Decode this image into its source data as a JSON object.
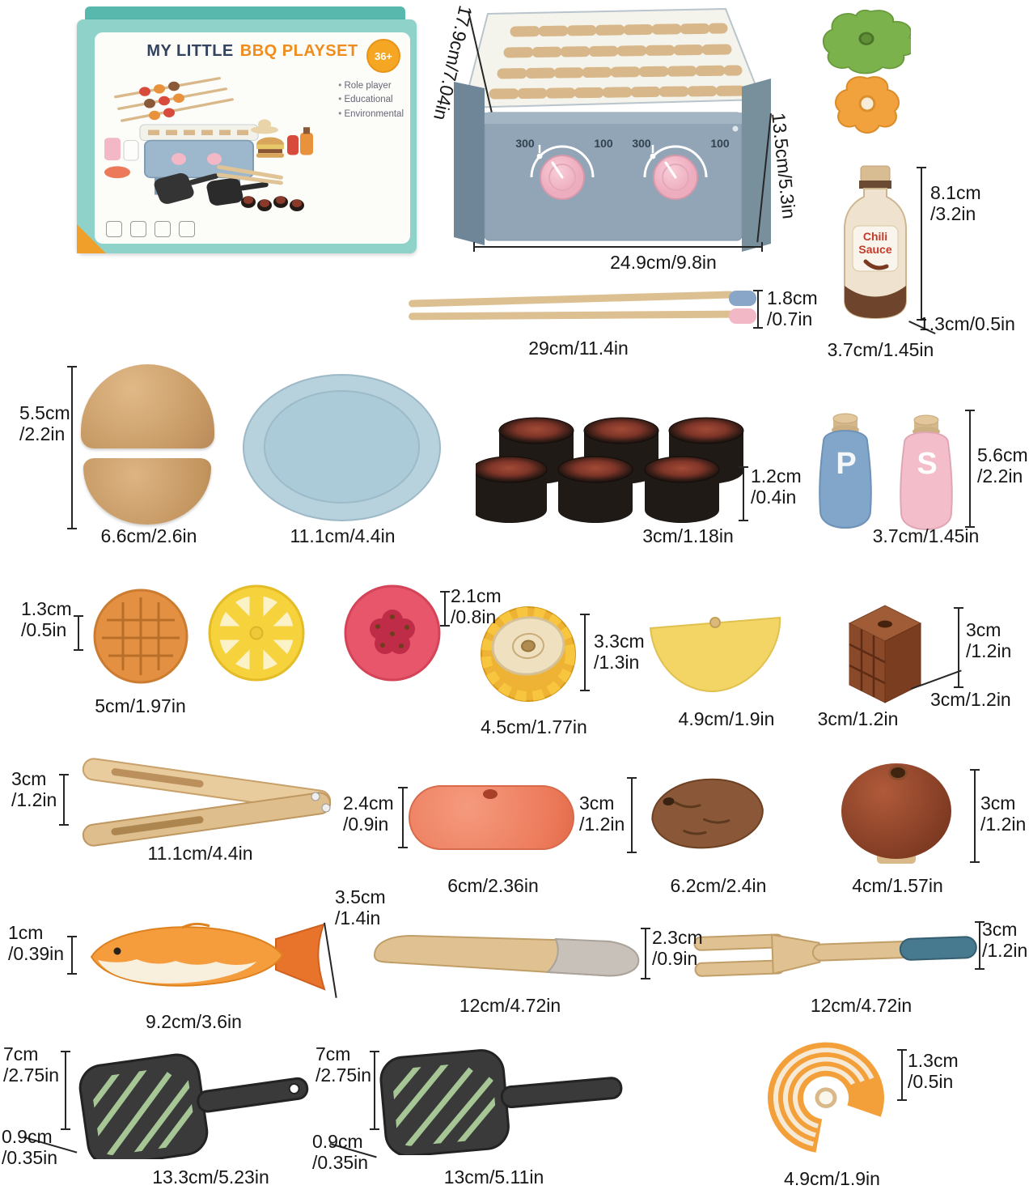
{
  "box": {
    "title_line1": "MY LITTLE",
    "title_line2": "BBQ PLAYSET",
    "age_badge": "36+",
    "bullets": [
      "Role player",
      "Educational",
      "Environmental"
    ]
  },
  "grill": {
    "dial1_left": "300",
    "dial1_right": "100",
    "dial2_left": "300",
    "dial2_right": "100"
  },
  "bottle": {
    "label": "Chili\nSauce"
  },
  "shakers": {
    "pepper": "P",
    "salt": "S"
  },
  "dims": {
    "grill_slant": "17.9cm/7.04in",
    "grill_side": "13.5cm/5.3in",
    "grill_width": "24.9cm/9.8in",
    "skewer_h": "1.8cm\n/0.7in",
    "skewer_w": "29cm/11.4in",
    "bottle_h": "8.1cm\n/3.2in",
    "bottle_base": "1.3cm/0.5in",
    "bottle_w": "3.7cm/1.45in",
    "bun_h": "5.5cm\n/2.2in",
    "bun_w": "6.6cm/2.6in",
    "plate_w": "11.1cm/4.4in",
    "patty_h": "1.2cm\n/0.4in",
    "patty_w": "3cm/1.18in",
    "shaker_h": "5.6cm\n/2.2in",
    "shaker_w": "3.7cm/1.45in",
    "slice_h": "1.3cm\n/0.5in",
    "slice_w": "5cm/1.97in",
    "tomato_h": "2.1cm\n/0.8in",
    "corn_h": "3.3cm\n/1.3in",
    "corn_w": "4.5cm/1.77in",
    "halfmoon_w": "4.9cm/1.9in",
    "cube_h": "3cm\n/1.2in",
    "cube_w": "3cm/1.2in",
    "cube_d": "3cm/1.2in",
    "tongs_h": "3cm\n/1.2in",
    "tongs_w": "11.1cm/4.4in",
    "sausage_h": "2.4cm\n/0.9in",
    "sausage_w": "6cm/2.36in",
    "potato_h": "3cm\n/1.2in",
    "potato_w": "6.2cm/2.4in",
    "onion_h": "3cm\n/1.2in",
    "onion_w": "4cm/1.57in",
    "fish_h": "1cm\n/0.39in",
    "fish_tail_h": "3.5cm\n/1.4in",
    "fish_w": "9.2cm/3.6in",
    "knife_w": "12cm/4.72in",
    "knife_h": "2.3cm\n/0.9in",
    "fork_w": "12cm/4.72in",
    "fork_h": "3cm\n/1.2in",
    "paddle1_h": "7cm\n/2.75in",
    "paddle1_t": "0.9cm\n/0.35in",
    "paddle1_w": "13.3cm/5.23in",
    "paddle2_h": "7cm\n/2.75in",
    "paddle2_t": "0.9cm\n/0.35in",
    "paddle2_w": "13cm/5.11in",
    "salmon_h": "1.3cm\n/0.5in",
    "salmon_w": "4.9cm/1.9in"
  }
}
